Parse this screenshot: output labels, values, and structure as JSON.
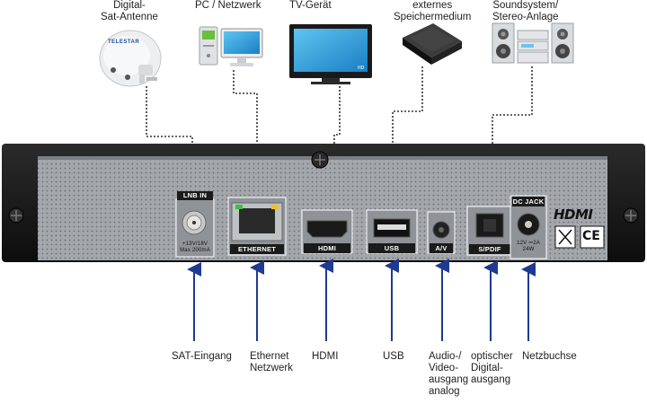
{
  "top_labels": [
    {
      "text": "Digital-\nSat-Antenne"
    },
    {
      "text": "PC / Netzwerk"
    },
    {
      "text": "TV-Gerät"
    },
    {
      "text": "externes\nSpeichermedium"
    },
    {
      "text": "Soundsystem/\nStereo-Anlage"
    }
  ],
  "bottom_labels": [
    {
      "text": "SAT-Eingang"
    },
    {
      "text": "Ethernet\nNetzwerk"
    },
    {
      "text": "HDMI"
    },
    {
      "text": "USB"
    },
    {
      "text": "Audio-/\nVideo-\nausgang\nanalog"
    },
    {
      "text": "optischer\nDigital-\nausgang"
    },
    {
      "text": "Netzbuchse"
    }
  ],
  "panel_labels": {
    "lnb_in": "LNB IN",
    "lnb_spec": "+13V/18V\nMax 200mA",
    "ethernet": "ETHERNET",
    "hdmi": "HDMI",
    "usb": "USB",
    "av": "A/V",
    "spdif": "S/PDIF",
    "dc_jack": "DC JACK",
    "dc_spec": "12V ⎓2A\n24W",
    "hdmi_logo": "HDMI",
    "ce_mark": "CE"
  },
  "device_marks": {
    "antenna_brand": "TELESTAR",
    "tv_badge": "HD"
  },
  "colors": {
    "arrow_blue": "#1f3a93",
    "dotted_line": "#333333",
    "panel_grey": "#9a9ea3",
    "panel_dark": "#151515"
  },
  "icons": [
    "satellite-dish-icon",
    "pc-icon",
    "tv-icon",
    "external-drive-icon",
    "stereo-icon"
  ]
}
